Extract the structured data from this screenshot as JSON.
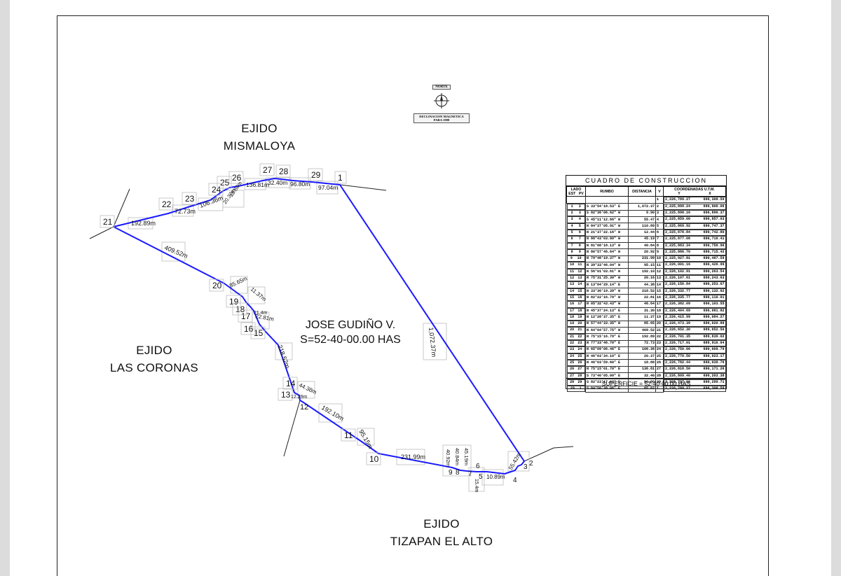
{
  "regions": {
    "north": [
      "EJIDO",
      "MISMALOYA"
    ],
    "west": [
      "EJIDO",
      "LAS CORONAS"
    ],
    "south": [
      "EJIDO",
      "TIZAPAN EL ALTO"
    ]
  },
  "owner": {
    "name": "JOSE GUDIÑO V.",
    "surface": "S=52-40-00.00 HAS"
  },
  "north_arrow": {
    "label": "NORTE",
    "declination": "DECLINACION MAGNETICA",
    "year": "PARA 1988"
  },
  "vertex_labels": [
    "21",
    "22",
    "23",
    "24",
    "25",
    "26",
    "27",
    "28",
    "29",
    "1",
    "2",
    "3",
    "4",
    "5",
    "6",
    "7",
    "8",
    "9",
    "10",
    "11",
    "12",
    "13",
    "14",
    "15",
    "16",
    "17",
    "18",
    "19",
    "20"
  ],
  "distance_labels": [
    "1,072.37m",
    "55.42m",
    "10.89m",
    "45.19m",
    "40.84m",
    "40.92m",
    "231.99m",
    "95.15m",
    "192.10m",
    "44.38m",
    "218.52m",
    "22.81m",
    "11.37m",
    "85.65m",
    "409.52m",
    "192.89m",
    "72.73m",
    "106.36m",
    "20.37m",
    "18.88m",
    "136.81m",
    "32.40m",
    "96.80m",
    "97.04m",
    "21.4m",
    "12.29m",
    "15.4m"
  ],
  "construction_table": {
    "title": "CUADRO DE CONSTRUCCION",
    "headers": {
      "lado": "LADO",
      "est": "EST",
      "pv": "PV",
      "rumbo": "RUMBO",
      "distancia": "DISTANCIA",
      "v": "V",
      "coords": "COORDENADAS U.T.M.",
      "y": "Y",
      "x": "X"
    },
    "first_row": {
      "v": "1",
      "y": "2,226,789.27",
      "x": "690,308.59"
    },
    "rows": [
      {
        "est": "1",
        "pv": "2",
        "rumbo": "S 33°54'18.53\" E",
        "dist": "1,072.37",
        "v": "2",
        "y": "2,225,899.24",
        "x": "690,906.06"
      },
      {
        "est": "2",
        "pv": "3",
        "rumbo": "S 82°36'06.62\" W",
        "dist": "9.90",
        "v": "3",
        "y": "2,225,898.16",
        "x": "690,896.37"
      },
      {
        "est": "3",
        "pv": "4",
        "rumbo": "S 45°11'12.66\" W",
        "dist": "55.47",
        "v": "4",
        "y": "2,225,859.00",
        "x": "690,857.03"
      },
      {
        "est": "4",
        "pv": "5",
        "rumbo": "N 84°37'05.91\" W",
        "dist": "110.89",
        "v": "5",
        "y": "2,225,869.92",
        "x": "690,747.37"
      },
      {
        "est": "5",
        "pv": "6",
        "rumbo": "N 21°37'22.16\" W",
        "dist": "12.44",
        "v": "6",
        "y": "2,225,878.84",
        "x": "690,742.80"
      },
      {
        "est": "6",
        "pv": "7",
        "rumbo": "N 88°43'03.90\" W",
        "dist": "45.19",
        "v": "7",
        "y": "2,225,877.06",
        "x": "690,716.41"
      },
      {
        "est": "7",
        "pv": "8",
        "rumbo": "N 81°08'18.13\" W",
        "dist": "40.84",
        "v": "8",
        "y": "2,225,883.34",
        "x": "690,756.96"
      },
      {
        "est": "8",
        "pv": "9",
        "rumbo": "N 80°57'46.64\" W",
        "dist": "20.92",
        "v": "9",
        "y": "2,225,886.70",
        "x": "690,715.42"
      },
      {
        "est": "9",
        "pv": "10",
        "rumbo": "N 79°48'19.37\" W",
        "dist": "231.99",
        "v": "10",
        "y": "2,225,927.81",
        "x": "690,487.59"
      },
      {
        "est": "10",
        "pv": "11",
        "rumbo": "N 39°33'46.04\" W",
        "dist": "95.15",
        "v": "11",
        "y": "2,226,001.16",
        "x": "690,426.99"
      },
      {
        "est": "11",
        "pv": "12",
        "rumbo": "N 56°01'03.61\" W",
        "dist": "192.10",
        "v": "12",
        "y": "2,226,102.91",
        "x": "690,263.54"
      },
      {
        "est": "12",
        "pv": "13",
        "rumbo": "N 75°31'25.30\" W",
        "dist": "20.16",
        "v": "13",
        "y": "2,226,107.61",
        "x": "690,243.63"
      },
      {
        "est": "13",
        "pv": "14",
        "rumbo": "N 13°04'29.14\" E",
        "dist": "44.38",
        "v": "14",
        "y": "2,226,150.84",
        "x": "690,253.67"
      },
      {
        "est": "14",
        "pv": "15",
        "rumbo": "N 33°36'19.39\" W",
        "dist": "218.52",
        "v": "15",
        "y": "2,226,332.77",
        "x": "690,132.62"
      },
      {
        "est": "15",
        "pv": "16",
        "rumbo": "N 82°22'16.79\" W",
        "dist": "22.81",
        "v": "16",
        "y": "2,226,335.77",
        "x": "690,110.01"
      },
      {
        "est": "16",
        "pv": "17",
        "rumbo": "N 05°32'43.43\" W",
        "dist": "46.64",
        "v": "17",
        "y": "2,226,382.09",
        "x": "690,103.55"
      },
      {
        "est": "17",
        "pv": "18",
        "rumbo": "N 45°37'24.13\" E",
        "dist": "31.30",
        "v": "18",
        "y": "2,226,404.69",
        "x": "690,081.82"
      },
      {
        "est": "18",
        "pv": "19",
        "rumbo": "N 12°28'37.35\" E",
        "dist": "11.37",
        "v": "19",
        "y": "2,226,415.99",
        "x": "690,084.27"
      },
      {
        "est": "19",
        "pv": "20",
        "rumbo": "N 57°44'33.35\" W",
        "dist": "85.65",
        "v": "20",
        "y": "2,226,473.39",
        "x": "690,020.88"
      },
      {
        "est": "20",
        "pv": "21",
        "rumbo": "N 64°04'57.75\" W",
        "dist": "409.52",
        "v": "21",
        "y": "2,226,652.30",
        "x": "689,652.50"
      },
      {
        "est": "21",
        "pv": "22",
        "rumbo": "N 75°15'16.79\" E",
        "dist": "192.89",
        "v": "22",
        "y": "2,226,701.35",
        "x": "689,839.02"
      },
      {
        "est": "22",
        "pv": "23",
        "rumbo": "N 77°33'46.70\" E",
        "dist": "72.73",
        "v": "23",
        "y": "2,226,717.01",
        "x": "689,910.04"
      },
      {
        "est": "23",
        "pv": "24",
        "rumbo": "N 65°09'06.46\" E",
        "dist": "106.36",
        "v": "24",
        "y": "2,226,750.66",
        "x": "690,009.79"
      },
      {
        "est": "24",
        "pv": "25",
        "rumbo": "N 46°03'34.10\" E",
        "dist": "20.37",
        "v": "25",
        "y": "2,226,770.50",
        "x": "690,023.17"
      },
      {
        "est": "25",
        "pv": "26",
        "rumbo": "N 46°03'59.60\" E",
        "dist": "18.88",
        "v": "26",
        "y": "2,226,782.44",
        "x": "690,039.76"
      },
      {
        "est": "26",
        "pv": "27",
        "rumbo": "N 75°15'01.70\" E",
        "dist": "136.81",
        "v": "27",
        "y": "2,226,818.50",
        "x": "690,171.26"
      },
      {
        "est": "27",
        "pv": "28",
        "rumbo": "S 73°40'05.00\" E",
        "dist": "32.40",
        "v": "28",
        "y": "2,226,809.40",
        "x": "690,203.38"
      },
      {
        "est": "28",
        "pv": "29",
        "rumbo": "S 82°23'17.63\" E",
        "dist": "96.80",
        "v": "29",
        "y": "2,226,797.02",
        "x": "690,299.71"
      },
      {
        "est": "29",
        "pv": "1",
        "rumbo": "S 84°56'38.06\" E",
        "dist": "85.62",
        "v": "1",
        "y": "2,226,789.27",
        "x": "690,308.59"
      }
    ],
    "surface": "SUPERFICIE  =  52-40-00.00 HAS"
  },
  "colors": {
    "boundary": "#1a1aff",
    "linework": "#222222",
    "label_box": "#bdbdbd"
  }
}
